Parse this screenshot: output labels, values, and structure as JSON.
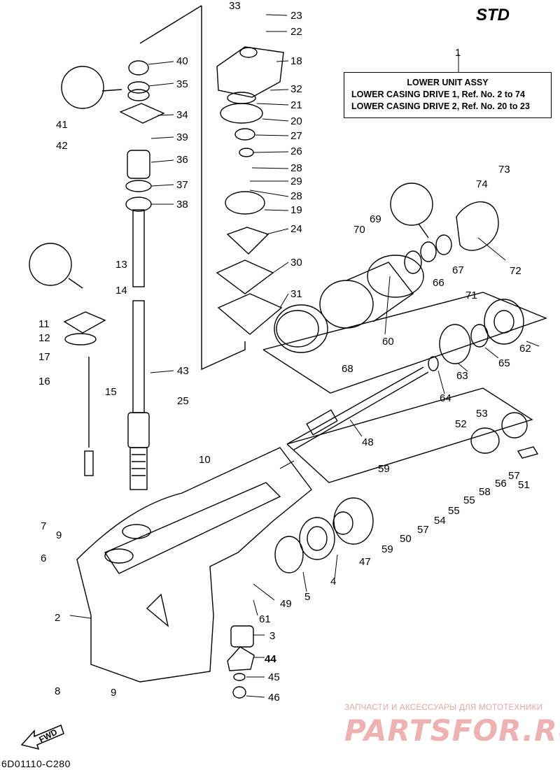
{
  "header": {
    "std": "STD"
  },
  "assembly": {
    "ref": "1",
    "title": "LOWER UNIT ASSY",
    "line1": "LOWER CASING DRIVE 1, Ref. No. 2 to 74",
    "line2": "LOWER CASING DRIVE 2, Ref. No. 20 to 23"
  },
  "fwd_label": "FWD",
  "diagram_code": "6D01110-C280",
  "watermark": {
    "top": "ЗАПЧАСТИ И АКСЕССУАРЫ ДЛЯ МОТОТЕХНИКИ",
    "brand": "PARTSFOR.RU"
  },
  "callouts": [
    "33",
    "23",
    "22",
    "18",
    "32",
    "21",
    "20",
    "27",
    "26",
    "28",
    "29",
    "28",
    "19",
    "24",
    "30",
    "31",
    "40",
    "35",
    "34",
    "39",
    "36",
    "37",
    "38",
    "41",
    "42",
    "13",
    "14",
    "11",
    "12",
    "17",
    "16",
    "15",
    "43",
    "25",
    "10",
    "7",
    "9",
    "6",
    "2",
    "8",
    "9",
    "73",
    "74",
    "69",
    "70",
    "72",
    "67",
    "66",
    "71",
    "60",
    "68",
    "62",
    "65",
    "63",
    "64",
    "48",
    "53",
    "52",
    "57",
    "51",
    "56",
    "58",
    "55",
    "55",
    "54",
    "59",
    "59",
    "50",
    "57",
    "47",
    "4",
    "5",
    "49",
    "61",
    "3",
    "44",
    "45",
    "46",
    "1"
  ]
}
